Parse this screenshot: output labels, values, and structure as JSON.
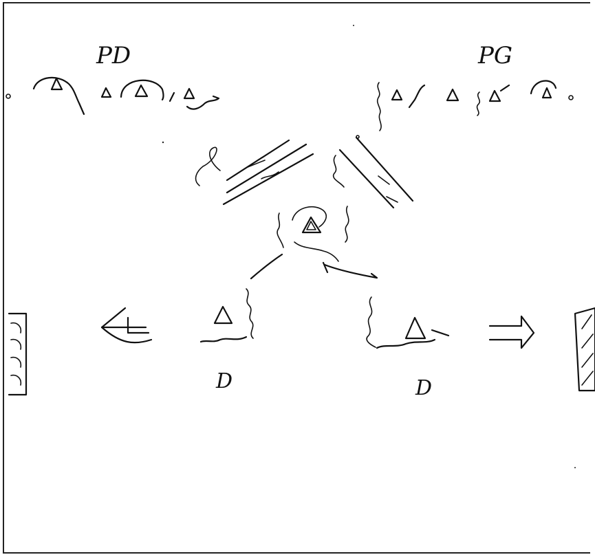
{
  "diagram": {
    "labels": {
      "top_left": "PD",
      "top_right": "PG",
      "bottom_left": "D",
      "bottom_right": "D"
    }
  }
}
